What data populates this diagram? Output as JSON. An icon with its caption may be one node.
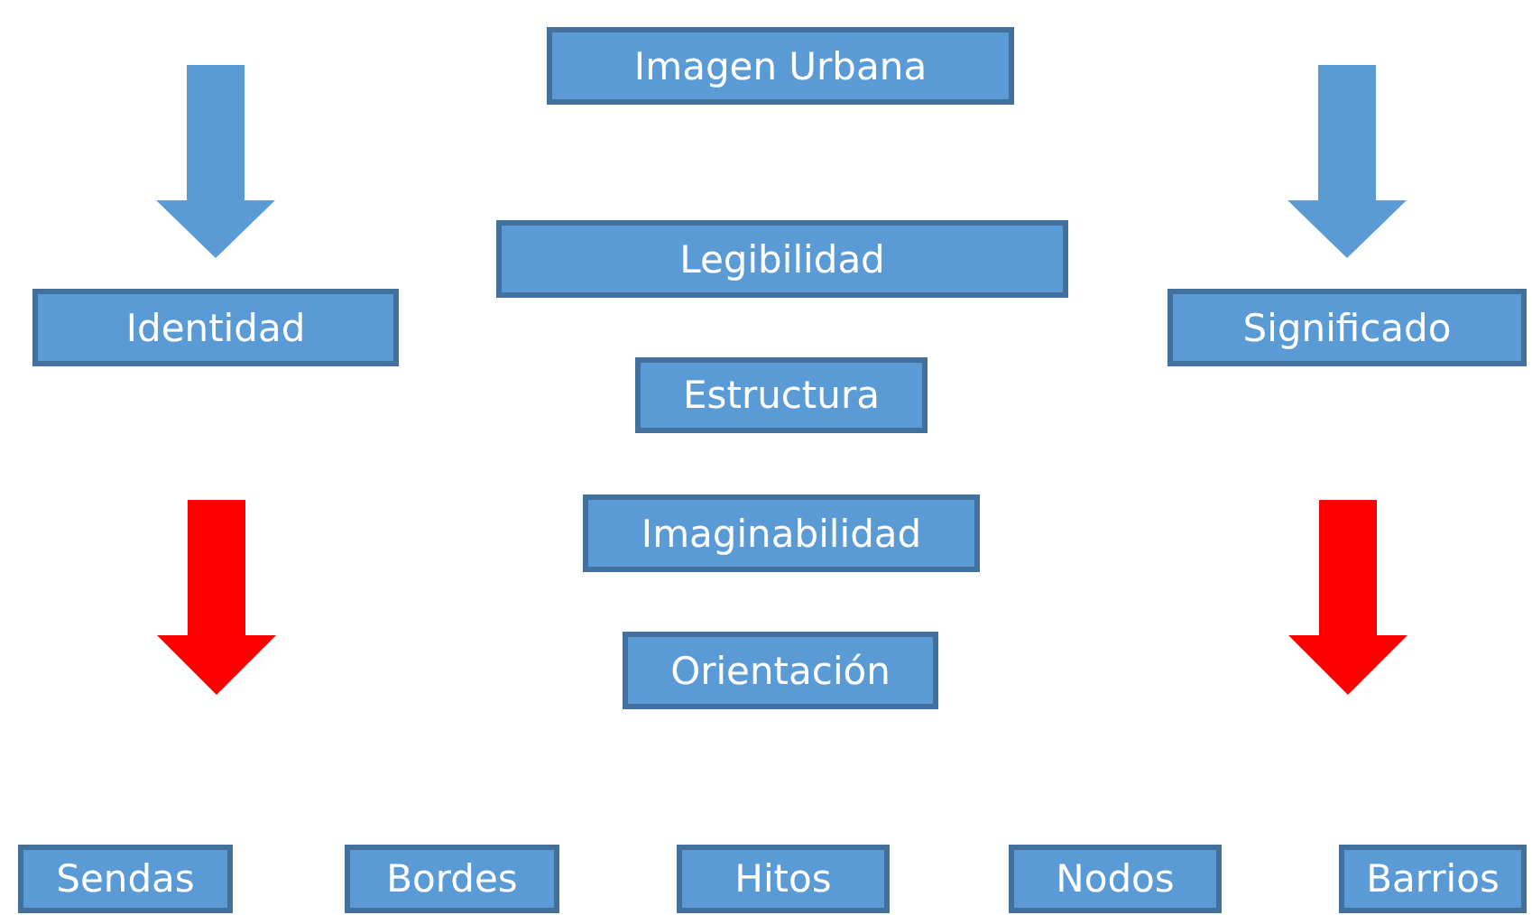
{
  "diagram": {
    "nodes": [
      {
        "text": [
          "Imagen Urbana"
        ]
      },
      {
        "text": [
          "Legibilidad"
        ]
      },
      {
        "text": [
          "Identidad"
        ]
      },
      {
        "text": [
          "Significado"
        ]
      },
      {
        "text": [
          "Estructura"
        ]
      },
      {
        "text": [
          "Imaginabilidad"
        ]
      },
      {
        "text": [
          "Orientación"
        ]
      },
      {
        "text": [
          "Sendas"
        ]
      },
      {
        "text": [
          "Bordes"
        ]
      },
      {
        "text": [
          "Hitos"
        ]
      },
      {
        "text": [
          "Nodos"
        ]
      },
      {
        "text": [
          "Barrios"
        ]
      }
    ],
    "edges": [
      {
        "from": null,
        "to": 2,
        "arrow": "to",
        "color": "#5b9bd5"
      },
      {
        "from": null,
        "to": 3,
        "arrow": "to",
        "color": "#5b9bd5"
      }
    ]
  }
}
